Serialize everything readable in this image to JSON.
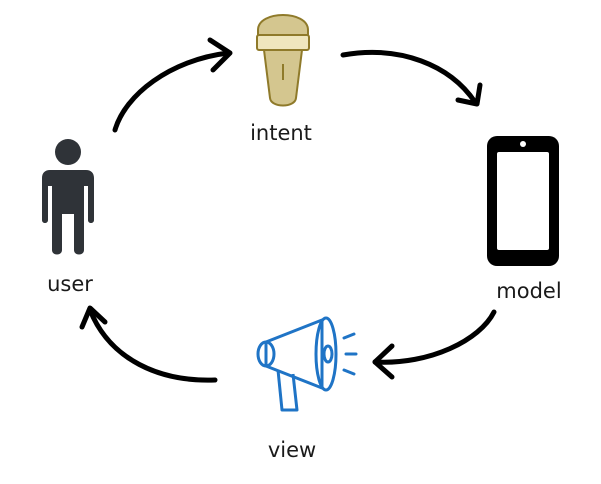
{
  "diagram": {
    "type": "cycle",
    "nodes": [
      {
        "id": "intent",
        "label": "intent",
        "icon": "microphone-icon",
        "color": "#d4c68f",
        "outline": "#8f7a2a"
      },
      {
        "id": "model",
        "label": "model",
        "icon": "smartphone-icon",
        "color": "#000000"
      },
      {
        "id": "view",
        "label": "view",
        "icon": "megaphone-icon",
        "color": "#1f74c6"
      },
      {
        "id": "user",
        "label": "user",
        "icon": "person-icon",
        "color": "#2f3338"
      }
    ],
    "edges": [
      {
        "from": "user",
        "to": "intent"
      },
      {
        "from": "intent",
        "to": "model"
      },
      {
        "from": "model",
        "to": "view"
      },
      {
        "from": "view",
        "to": "user"
      }
    ]
  }
}
